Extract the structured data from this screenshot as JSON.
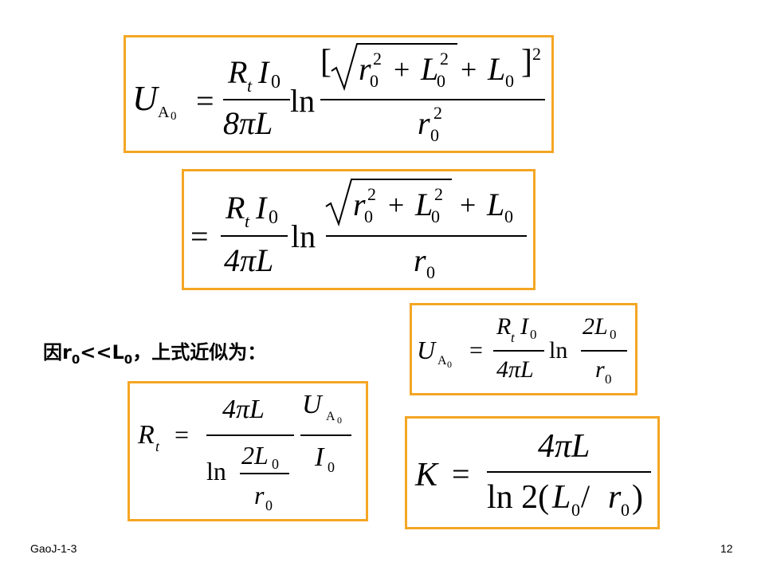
{
  "slide": {
    "footer_left": "GaoJ-1-3",
    "page_number": "12",
    "border_color": "#f4a623"
  },
  "statement": {
    "prefix": "因r",
    "sub1": "0",
    "mid": "<<L",
    "sub2": "0",
    "suffix": "，上式近似为："
  },
  "formula1": {
    "lhs": "U",
    "lhs_sub": "A",
    "lhs_sub2": "0",
    "eq": "=",
    "coef_num_a": "R",
    "coef_num_a_sub": "t",
    "coef_num_b": "I",
    "coef_num_b_sub": "0",
    "coef_den": "8πL",
    "ln": "ln",
    "open": "[",
    "r0": "r",
    "r0_sub": "0",
    "sq": "2",
    "plus1": "+",
    "L0": "L",
    "L0_sub": "0",
    "sq2": "2",
    "plus2": "+",
    "L0b": "L",
    "L0b_sub": "0",
    "close": "]",
    "pow": "2",
    "den_r": "r",
    "den_sub": "0",
    "den_pow": "2"
  },
  "formula2": {
    "eq": "=",
    "coef_num_a": "R",
    "coef_num_a_sub": "t",
    "coef_num_b": "I",
    "coef_num_b_sub": "0",
    "coef_den": "4πL",
    "ln": "ln",
    "r0": "r",
    "r0_sub": "0",
    "sq": "2",
    "plus1": "+",
    "L0": "L",
    "L0_sub": "0",
    "sq2": "2",
    "plus2": "+",
    "L0b": "L",
    "L0b_sub": "0",
    "den_r": "r",
    "den_sub": "0"
  },
  "formula3": {
    "lhs": "U",
    "lhs_sub": "A",
    "lhs_sub2": "0",
    "eq": "=",
    "coef_num_a": "R",
    "coef_num_a_sub": "t",
    "coef_num_b": "I",
    "coef_num_b_sub": "0",
    "coef_den": "4πL",
    "ln": "ln",
    "num": "2L",
    "num_sub": "0",
    "den_r": "r",
    "den_sub": "0"
  },
  "formula4": {
    "lhs": "R",
    "lhs_sub": "t",
    "eq": "=",
    "num": "4πL",
    "ln": "ln",
    "inner_num": "2L",
    "inner_num_sub": "0",
    "inner_den": "r",
    "inner_den_sub": "0",
    "u": "U",
    "u_sub": "A",
    "u_sub2": "0",
    "i": "I",
    "i_sub": "0"
  },
  "formula5": {
    "lhs": "K",
    "eq": "=",
    "num": "4πL",
    "den_a": "ln 2(",
    "den_L": "L",
    "den_L_sub": "0",
    "den_slash": " / ",
    "den_r": "r",
    "den_r_sub": "0",
    "den_close": ")"
  }
}
